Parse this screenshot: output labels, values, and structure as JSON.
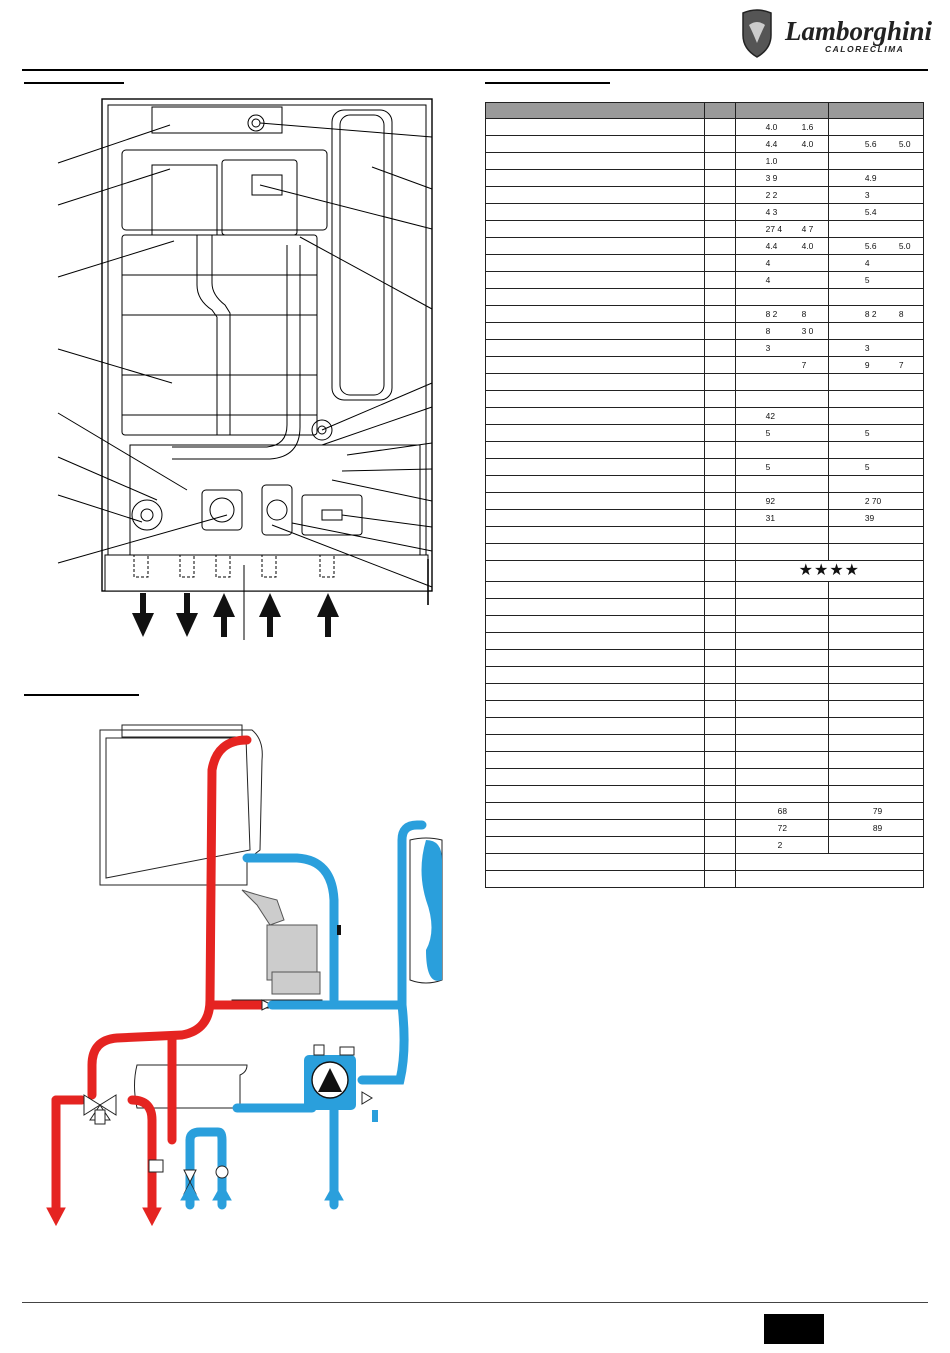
{
  "brand": {
    "name": "Lamborghini",
    "sub": "CALORECLIMA"
  },
  "table": {
    "rows": [
      {
        "a": "4.0",
        "b": "1.6",
        "c": "",
        "d": ""
      },
      {
        "a": "4.4",
        "b": "4.0",
        "c": "5.6",
        "d": "5.0"
      },
      {
        "a": "1.0",
        "b": "",
        "c": "",
        "d": ""
      },
      {
        "a": "3 9",
        "b": "",
        "c": "4.9",
        "d": ""
      },
      {
        "a": "2 2",
        "b": "",
        "c": "3",
        "d": ""
      },
      {
        "a": "4 3",
        "b": "",
        "c": "5.4",
        "d": ""
      },
      {
        "a": "27 4",
        "b": "4 7",
        "c": "",
        "d": ""
      },
      {
        "a": "4.4",
        "b": "4.0",
        "c": "5.6",
        "d": "5.0"
      },
      {
        "a": "4",
        "b": "",
        "c": "4",
        "d": ""
      },
      {
        "a": "4",
        "b": "",
        "c": "5",
        "d": ""
      },
      {
        "a": "",
        "b": "",
        "c": "",
        "d": ""
      },
      {
        "a": "8 2",
        "b": "8",
        "c": "8 2",
        "d": "8"
      },
      {
        "a": "8",
        "b": "3  0",
        "c": "",
        "d": ""
      },
      {
        "a": "3",
        "b": "",
        "c": "3",
        "d": ""
      },
      {
        "a": "",
        "b": "7",
        "c": "9",
        "d": "7"
      },
      {
        "a": "",
        "b": "",
        "c": "",
        "d": ""
      },
      {
        "a": "",
        "b": "",
        "c": "",
        "d": ""
      },
      {
        "a": "42",
        "b": "",
        "c": "",
        "d": ""
      },
      {
        "a": "5",
        "b": "",
        "c": "5",
        "d": ""
      },
      {
        "a": "",
        "b": "",
        "c": "",
        "d": ""
      },
      {
        "a": "5",
        "b": "",
        "c": "5",
        "d": ""
      },
      {
        "a": "",
        "b": "",
        "c": "",
        "d": ""
      },
      {
        "a": "92",
        "b": "",
        "c": "2 70",
        "d": ""
      },
      {
        "a": "31",
        "b": "",
        "c": "39",
        "d": ""
      },
      {
        "a": "",
        "b": "",
        "c": "",
        "d": ""
      },
      {
        "a": "",
        "b": "",
        "c": "",
        "d": ""
      }
    ],
    "stars": "★★★★",
    "rows2": [
      {
        "a": "",
        "c": ""
      },
      {
        "a": "",
        "c": ""
      },
      {
        "a": "",
        "c": ""
      },
      {
        "a": "",
        "c": ""
      },
      {
        "a": "",
        "c": ""
      },
      {
        "a": "",
        "c": ""
      },
      {
        "a": "",
        "c": ""
      },
      {
        "a": "",
        "c": ""
      },
      {
        "a": "",
        "c": ""
      },
      {
        "a": "",
        "c": ""
      },
      {
        "a": "",
        "c": ""
      },
      {
        "a": "",
        "c": ""
      },
      {
        "a": "",
        "c": ""
      },
      {
        "a": "68",
        "c": "79"
      },
      {
        "a": "72",
        "c": "89"
      },
      {
        "a": "2",
        "c": ""
      }
    ]
  },
  "colors": {
    "hot": "#e52421",
    "cold": "#2a9fdc",
    "header": "#9a9a9a"
  }
}
